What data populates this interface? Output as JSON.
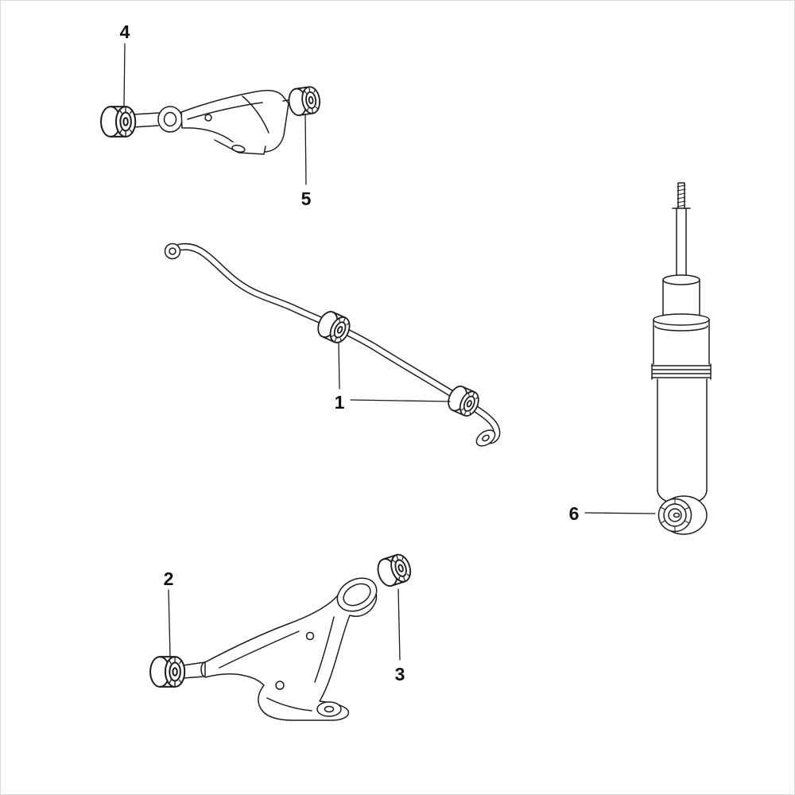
{
  "page": {
    "background": "#ffffff",
    "line_color": "#1d1d1d",
    "label_color": "#111111",
    "border_color": "#d9d9d9"
  },
  "diagram": {
    "labels": {
      "l1": "1",
      "l2": "2",
      "l3": "3",
      "l4": "4",
      "l5": "5",
      "l6": "6"
    }
  }
}
